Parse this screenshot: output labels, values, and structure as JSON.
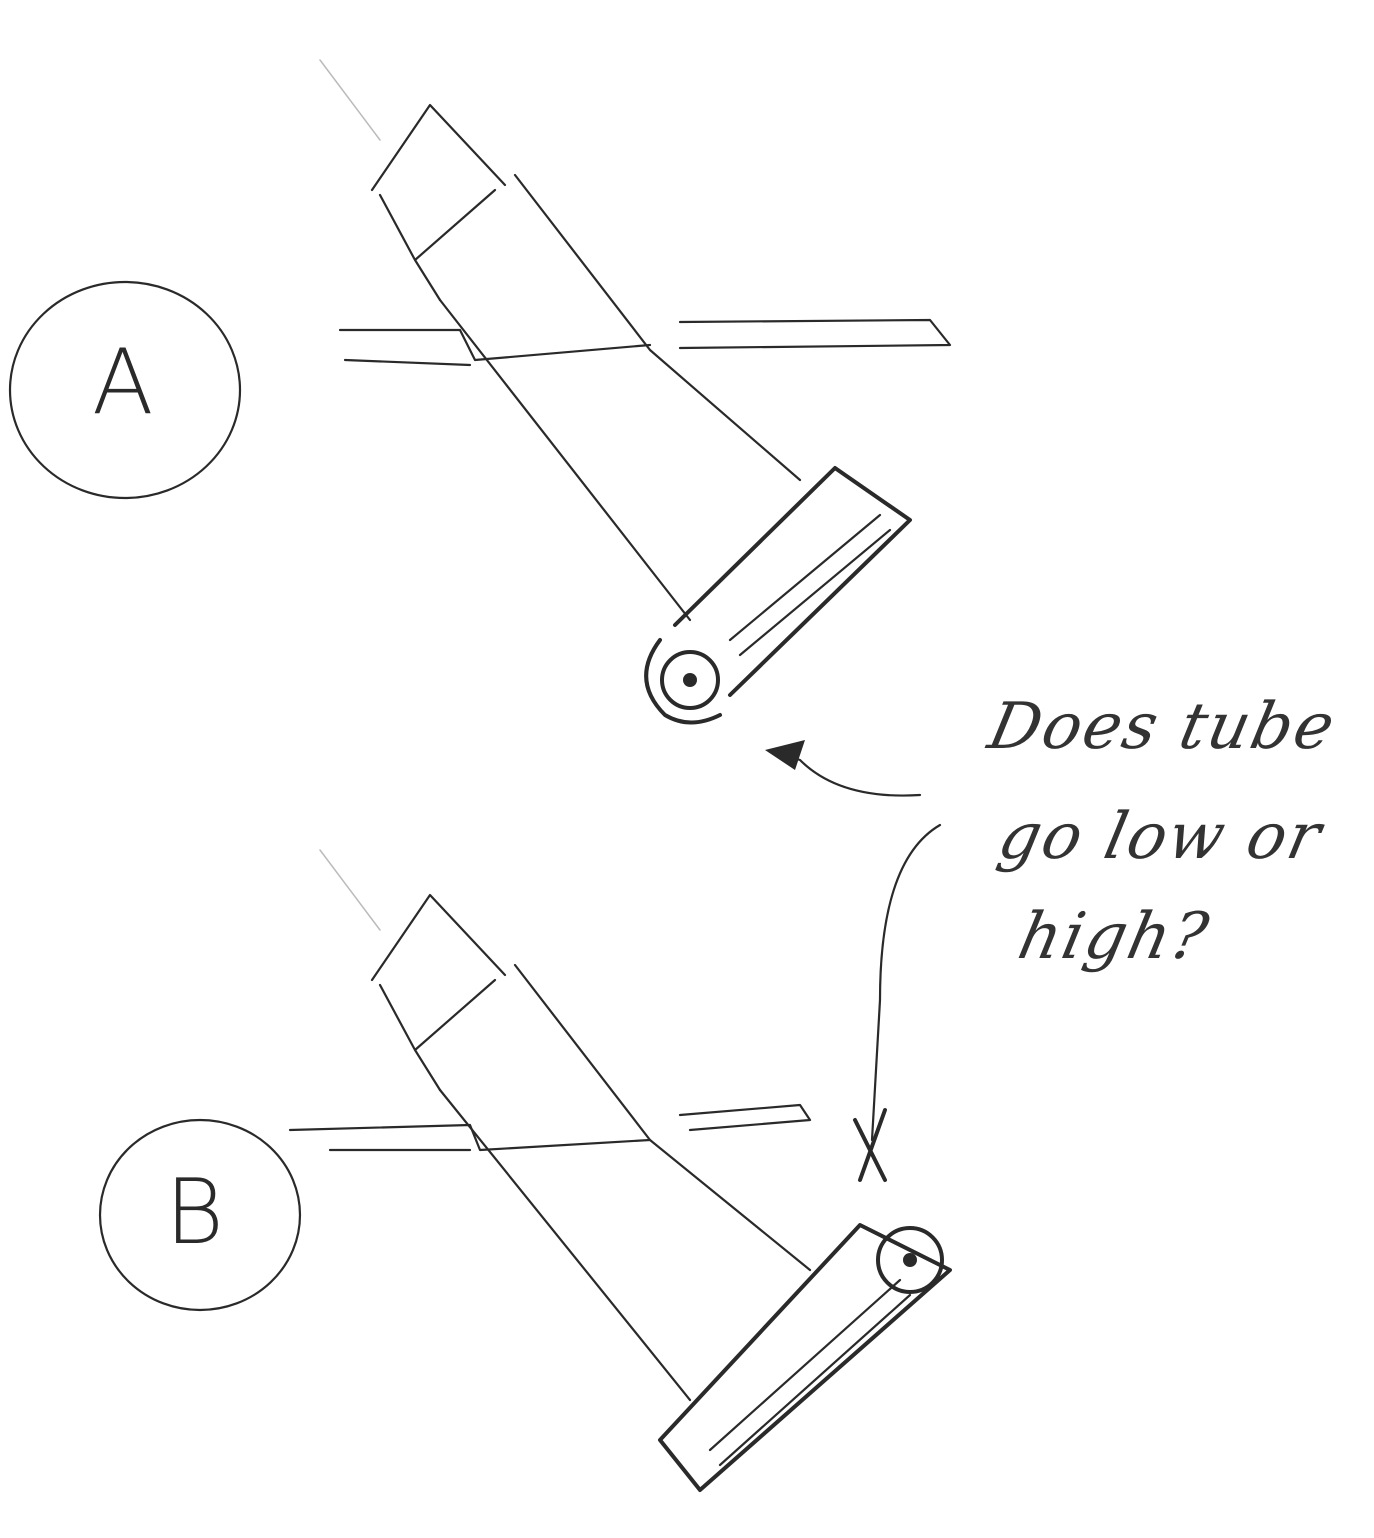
{
  "sketch": {
    "label_a": "A",
    "label_b": "B",
    "note_lines": [
      "Does tube",
      "go low or",
      "high?"
    ],
    "ink_color": "#2a2a2a"
  }
}
